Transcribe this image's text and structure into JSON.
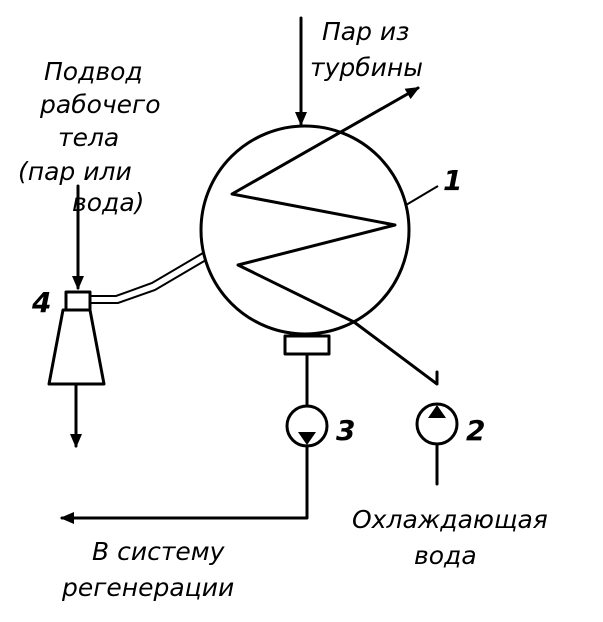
{
  "labels": {
    "steam_from_turbine": [
      "Пар из",
      "турбины"
    ],
    "working_fluid_supply": [
      "Подвод",
      "рабочего",
      "тела",
      "(пар или",
      "вода)"
    ],
    "to_regeneration": [
      "В систему",
      "регенерации"
    ],
    "cooling_water": [
      "Охлаждающая",
      "вода"
    ]
  },
  "numbers": {
    "condenser": "1",
    "cooling_pump": "2",
    "condensate_pump": "3",
    "ejector": "4"
  },
  "colors": {
    "stroke": "#000000",
    "background": "#ffffff"
  }
}
